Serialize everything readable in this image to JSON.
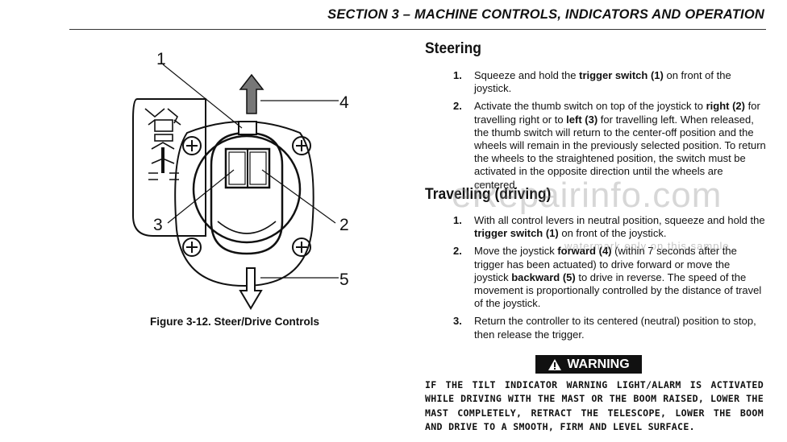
{
  "header": {
    "title": "SECTION 3 – MACHINE CONTROLS, INDICATORS AND OPERATION"
  },
  "figure": {
    "caption": "Figure 3-12. Steer/Drive Controls",
    "callouts": [
      "1",
      "2",
      "3",
      "4",
      "5"
    ]
  },
  "steering": {
    "title": "Steering",
    "steps": [
      {
        "num": "1.",
        "parts": [
          {
            "t": "Squeeze and hold the "
          },
          {
            "t": "trigger switch (1)",
            "b": true
          },
          {
            "t": " on front of the joystick."
          }
        ]
      },
      {
        "num": "2.",
        "parts": [
          {
            "t": "Activate the thumb switch on top of the joystick to "
          },
          {
            "t": "right (2)",
            "b": true
          },
          {
            "t": " for travelling right or to "
          },
          {
            "t": "left (3)",
            "b": true
          },
          {
            "t": " for travelling left. When released, the thumb switch will return to the center-off position and the wheels will remain in the previously selected position. To return the wheels to the straightened position, the switch must be activated in the opposite direction until the wheels are centered."
          }
        ]
      }
    ]
  },
  "travelling": {
    "title": "Travelling (driving)",
    "steps": [
      {
        "num": "1.",
        "parts": [
          {
            "t": "With all control levers in neutral position, squeeze and hold the "
          },
          {
            "t": "trigger switch (1)",
            "b": true
          },
          {
            "t": " on front of the joystick."
          }
        ]
      },
      {
        "num": "2.",
        "parts": [
          {
            "t": "Move the joystick "
          },
          {
            "t": "forward (4)",
            "b": true
          },
          {
            "t": " (within 7 seconds after the trigger has been actuated) to drive forward or move the joystick "
          },
          {
            "t": "backward (5)",
            "b": true
          },
          {
            "t": " to drive in reverse. The speed of the movement is proportionally controlled by the distance of travel of the joystick."
          }
        ]
      },
      {
        "num": "3.",
        "parts": [
          {
            "t": "Return the controller to its centered (neutral) position to stop, then release the trigger."
          }
        ]
      }
    ]
  },
  "warning": {
    "label": "WARNING",
    "text": "IF THE TILT INDICATOR WARNING LIGHT/ALARM IS ACTIVATED WHILE DRIVING WITH THE MAST OR THE BOOM RAISED, LOWER THE MAST COMPLETELY, RETRACT THE TELESCOPE, LOWER THE BOOM AND DRIVE TO A SMOOTH, FIRM AND LEVEL SURFACE."
  },
  "watermark": {
    "main": "eRepairinfo.com",
    "sub": "watermark only on this sample"
  }
}
